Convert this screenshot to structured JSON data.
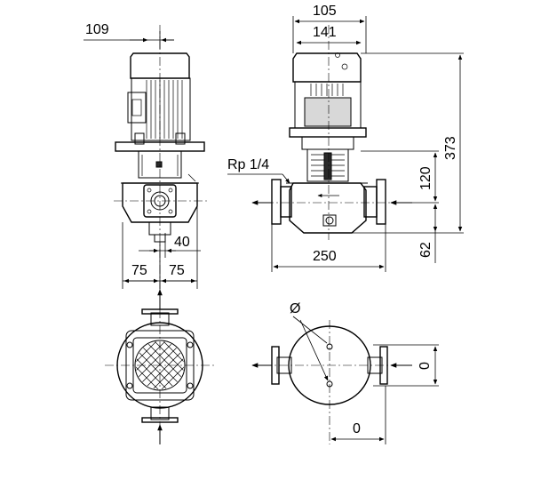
{
  "dimensions": {
    "side_view_top_width": "109",
    "front_overall_width": "105",
    "front_motor_width": "141",
    "side_offset": "40",
    "side_half_left": "75",
    "side_half_right": "75",
    "front_flange_length": "250",
    "front_total_height": "373",
    "front_casing_height": "120",
    "front_base_height": "62",
    "plan_bolt_diameter": "Ø",
    "plan_vertical": "0",
    "plan_horizontal": "0"
  },
  "annotations": {
    "pressure_port": "Rp 1/4"
  }
}
